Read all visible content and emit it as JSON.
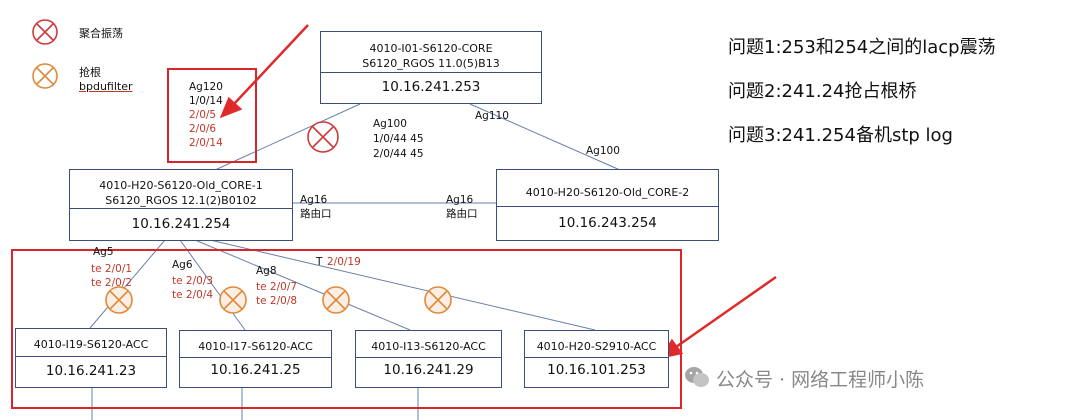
{
  "legend": [
    {
      "symbol": "red-x-circle",
      "label": "聚合振荡"
    },
    {
      "symbol": "orange-x-circle",
      "label_lines": [
        "抢根",
        "bpdufilter"
      ]
    }
  ],
  "devices": {
    "core": {
      "lines": [
        "4010-I01-S6120-CORE",
        "S6120_RGOS 11.0(5)B13"
      ],
      "ip": "10.16.241.253"
    },
    "old_core_1": {
      "lines": [
        "4010-H20-S6120-Old_CORE-1",
        "S6120_RGOS 12.1(2)B0102"
      ],
      "ip": "10.16.241.254"
    },
    "old_core_2": {
      "lines": [
        "4010-H20-S6120-Old_CORE-2"
      ],
      "ip": "10.16.243.254"
    },
    "acc_i19": {
      "lines": [
        "4010-I19-S6120-ACC"
      ],
      "ip": "10.16.241.23"
    },
    "acc_i17": {
      "lines": [
        "4010-I17-S6120-ACC"
      ],
      "ip": "10.16.241.25"
    },
    "acc_i13": {
      "lines": [
        "4010-I13-S6120-ACC"
      ],
      "ip": "10.16.241.29"
    },
    "acc_h20": {
      "lines": [
        "4010-H20-S2910-ACC"
      ],
      "ip": "10.16.101.253"
    }
  },
  "ag120_box": {
    "title": "Ag120",
    "ports": [
      "1/0/14",
      "2/0/5",
      "2/0/6",
      "2/0/14"
    ]
  },
  "links": {
    "ag100_left": {
      "title": "Ag100",
      "ports": [
        "1/0/44 45",
        "2/0/44 45"
      ]
    },
    "ag110": "Ag110",
    "ag100_right": "Ag100",
    "ag16_left": {
      "title": "Ag16",
      "sub": "路由口"
    },
    "ag16_right": {
      "title": "Ag16",
      "sub": "路由口"
    },
    "ag5": {
      "title": "Ag5",
      "ports": [
        "te 2/0/1",
        "te 2/0/2"
      ]
    },
    "ag6": {
      "title": "Ag6",
      "ports": [
        "te 2/0/3",
        "te 2/0/4"
      ]
    },
    "ag8": {
      "title": "Ag8",
      "ports": [
        "te 2/0/7",
        "te 2/0/8"
      ]
    },
    "t_link": {
      "title": "T",
      "port": "2/0/19"
    }
  },
  "issues": [
    "问题1:253和254之间的lacp震荡",
    "问题2:241.24抢占根桥",
    "问题3:241.254备机stp log"
  ],
  "watermark": "公众号 · 网络工程师小陈",
  "colors": {
    "line": "#6b7fa8",
    "box_border": "#3c4f7c",
    "highlight_red": "#d9262c",
    "lacp_marker": "#d0393a",
    "bpdu_marker": "#e08a3c"
  }
}
